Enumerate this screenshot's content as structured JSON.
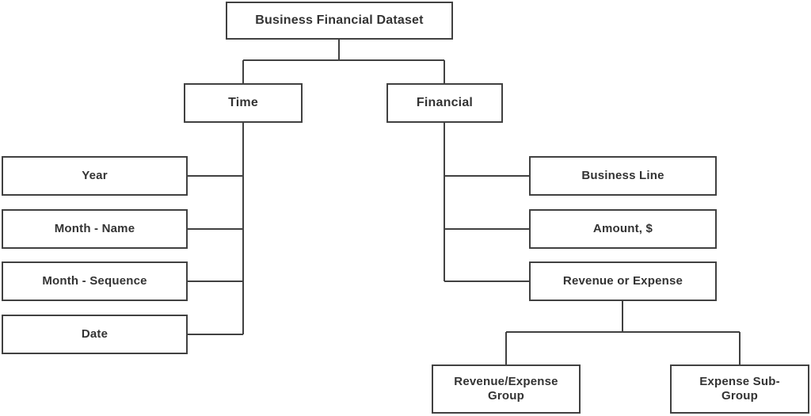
{
  "diagram": {
    "title": "Business Financial Dataset",
    "type": "hierarchy-tree",
    "colors": {
      "background": "#ffffff",
      "edge": "#414141",
      "box_border": "#414141",
      "text": "#333333"
    },
    "nodes": {
      "root": "Business Financial Dataset",
      "time": "Time",
      "financial": "Financial",
      "year": "Year",
      "month_name": "Month - Name",
      "month_sequence": "Month - Sequence",
      "date": "Date",
      "business_line": "Business Line",
      "amount": "Amount, $",
      "revenue_or_expense": "Revenue or Expense",
      "revenue_expense_group": "Revenue/Expense\nGroup",
      "expense_sub_group": "Expense Sub-\nGroup"
    },
    "edges": [
      {
        "from": "root",
        "to": "time"
      },
      {
        "from": "root",
        "to": "financial"
      },
      {
        "from": "time",
        "to": "year"
      },
      {
        "from": "time",
        "to": "month_name"
      },
      {
        "from": "time",
        "to": "month_sequence"
      },
      {
        "from": "time",
        "to": "date"
      },
      {
        "from": "financial",
        "to": "business_line"
      },
      {
        "from": "financial",
        "to": "amount"
      },
      {
        "from": "financial",
        "to": "revenue_or_expense"
      },
      {
        "from": "revenue_or_expense",
        "to": "revenue_expense_group"
      },
      {
        "from": "revenue_or_expense",
        "to": "expense_sub_group"
      }
    ]
  }
}
